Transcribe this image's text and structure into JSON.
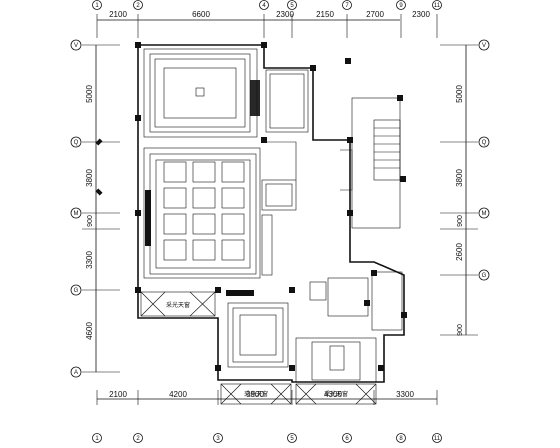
{
  "plan": {
    "top_dims": [
      "2100",
      "6600",
      "2300",
      "2150",
      "2700",
      "2300"
    ],
    "bottom_dims": [
      "2100",
      "4200",
      "3900",
      "4300",
      "3300"
    ],
    "top_axes": [
      "1",
      "2",
      "4",
      "5",
      "7",
      "9",
      "11"
    ],
    "bottom_axes": [
      "1",
      "2",
      "3",
      "5",
      "6",
      "8",
      "11"
    ],
    "left_axes": [
      "V",
      "Q",
      "M",
      "G",
      "A"
    ],
    "right_axes": [
      "V",
      "Q",
      "M",
      "G"
    ],
    "left_dims": [
      "5000",
      "3800",
      "900",
      "3300",
      "4600"
    ],
    "right_dims": [
      "5000",
      "3800",
      "900",
      "2600",
      "900"
    ],
    "room_labels": [
      "采光天窗",
      "采光天窗",
      "采光天窗"
    ]
  },
  "colors": {
    "ink": "#111111",
    "paper": "#ffffff"
  }
}
